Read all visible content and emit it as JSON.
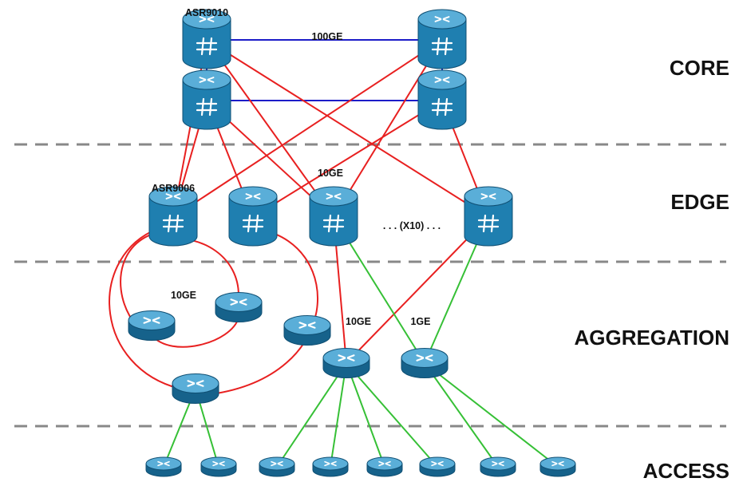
{
  "colors": {
    "device_body": "#1f7fb0",
    "device_top": "#5aaed8",
    "device_side": "#16628b",
    "link_100ge": "#1c1cc8",
    "link_10ge": "#e82020",
    "link_1ge": "#36c036",
    "divider": "#888888",
    "text": "#111111"
  },
  "layers": {
    "core": "CORE",
    "edge": "EDGE",
    "aggregation": "AGGREGATION",
    "access": "ACCESS"
  },
  "device_labels": {
    "core_model": "ASR9010",
    "edge_model": "ASR9006"
  },
  "link_labels": {
    "core_interconnect": "100GE",
    "core_to_edge": "10GE",
    "edge_repeat": ". . .  (X10) . . .",
    "ring": "10GE",
    "agg_10ge": "10GE",
    "agg_1ge": "1GE"
  },
  "icons": {
    "core_router": "router-chassis-icon",
    "edge_router": "router-chassis-icon",
    "agg_router": "router-icon",
    "access_router": "router-icon"
  }
}
